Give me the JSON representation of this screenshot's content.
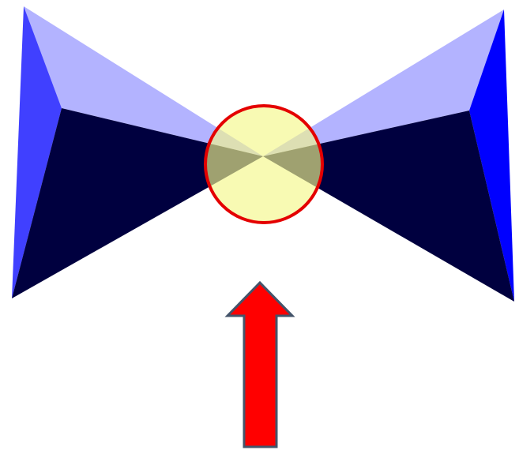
{
  "colors": {
    "background": "#ffffff",
    "wedge_light": "#b3b3ff",
    "wedge_side": "#4040ff",
    "wedge_side_bright": "#0000ff",
    "wedge_dark": "#00003f",
    "highlight_fill": "#f5f78a",
    "highlight_stroke": "#e40000",
    "arrow_fill": "#ff0000",
    "arrow_stroke": "#44546a"
  },
  "shapes": {
    "left_wedge": "bowtie-left-half",
    "right_wedge": "bowtie-right-half",
    "highlight": "circle-highlight",
    "pointer": "up-arrow"
  }
}
